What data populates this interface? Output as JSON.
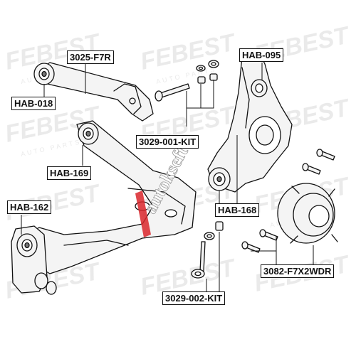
{
  "watermark": {
    "brand": "FEBEST",
    "tagline": "AUTO PARTS",
    "overlay": "autokseft"
  },
  "colors": {
    "line": "#111111",
    "part_fill": "#f3f3f3",
    "watermark": "#d9d9d9",
    "overlay_red": "#d9262b"
  },
  "callouts": [
    {
      "id": "3025-F7R",
      "text": "3025-F7R"
    },
    {
      "id": "HAB-018",
      "text": "HAB-018"
    },
    {
      "id": "HAB-095",
      "text": "HAB-095"
    },
    {
      "id": "3029-001-KIT",
      "text": "3029-001-KIT"
    },
    {
      "id": "HAB-169",
      "text": "HAB-169"
    },
    {
      "id": "HAB-168",
      "text": "HAB-168"
    },
    {
      "id": "HAB-162",
      "text": "HAB-162"
    },
    {
      "id": "3082-F7X2WDR",
      "text": "3082-F7X2WDR"
    },
    {
      "id": "3029-002-KIT",
      "text": "3029-002-KIT"
    }
  ]
}
